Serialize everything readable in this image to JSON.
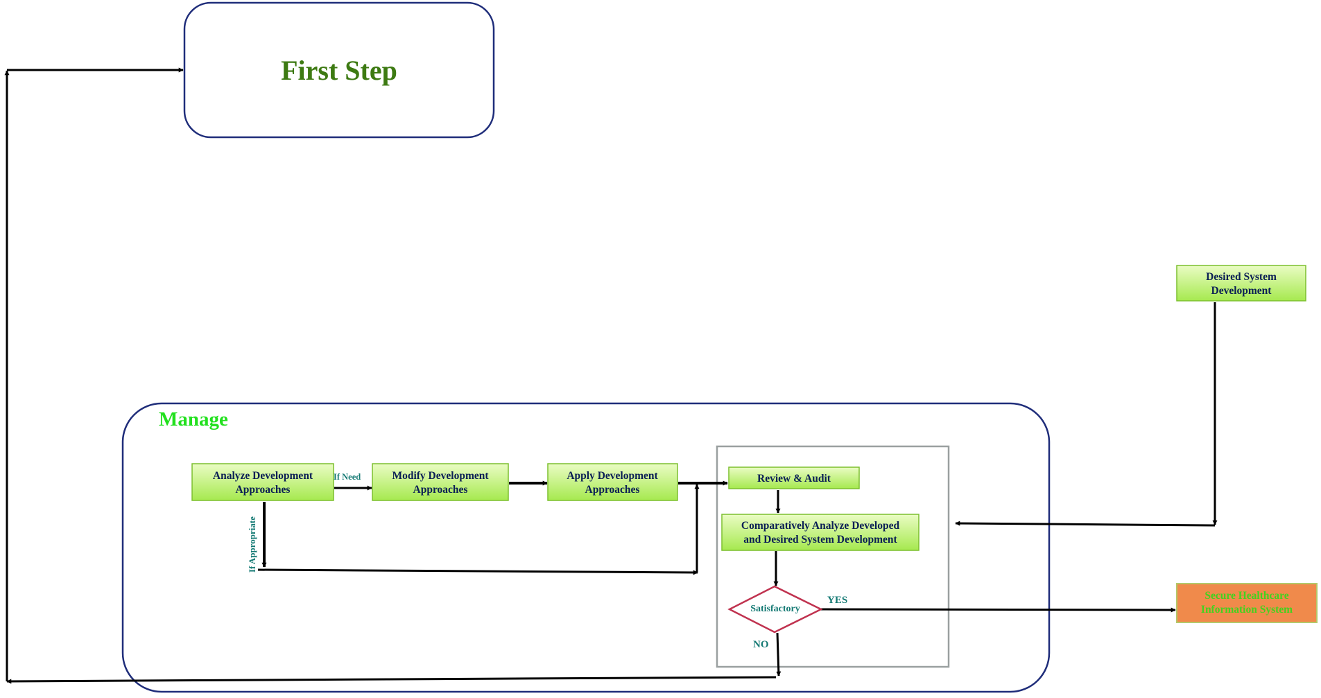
{
  "diagram": {
    "first_step": {
      "label": "First Step"
    },
    "manage": {
      "label": "Manage"
    },
    "nodes": {
      "analyze": {
        "line1": "Analyze Development",
        "line2": "Approaches"
      },
      "modify": {
        "line1": "Modify Development",
        "line2": "Approaches"
      },
      "apply": {
        "line1": "Apply Development",
        "line2": "Approaches"
      },
      "review": {
        "label": "Review & Audit"
      },
      "compare": {
        "line1": "Comparatively Analyze Developed",
        "line2": "and Desired System Development"
      },
      "decision": {
        "label": "Satisfactory"
      },
      "desired": {
        "line1": "Desired System",
        "line2": "Development"
      },
      "secure": {
        "line1": "Secure Healthcare",
        "line2": "Information System"
      }
    },
    "edge_labels": {
      "if_need": "If Need",
      "if_appropriate": "If Appropriate",
      "yes": "YES",
      "no": "NO"
    },
    "colors": {
      "first_step_text": "#3d7a12",
      "manage_text": "#22e01e",
      "container_border": "#1f2d7a",
      "box_fill_top": "#e7fbbf",
      "box_fill_bottom": "#a9ea55",
      "box_text": "#0b1f55",
      "teal_label": "#157a74",
      "decision_border": "#c0324f",
      "secure_fill": "#f08a4b",
      "secure_text": "#43d21f"
    }
  }
}
